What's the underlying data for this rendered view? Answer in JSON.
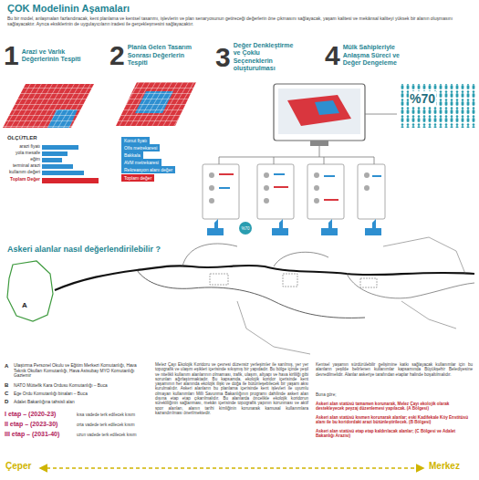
{
  "diagram": {
    "title": "ÇOK Modelinin Aşamaları",
    "nodes": [
      {
        "text": [
          "1",
          "Arazi ve Varlık Değerlerinin Tespiti"
        ]
      },
      {
        "text": [
          "2",
          "Planla Gelen Tasarım Sonrası Değerlerin Tespiti"
        ]
      },
      {
        "text": [
          "3",
          "Değer Denkleştirme ve Çoklu Seçeneklerin oluşturulması"
        ]
      },
      {
        "text": [
          "4",
          "Mülk Sahipleriyle Anlaşma Süreci ve Değer Dengeleme"
        ]
      },
      {
        "text": [
          "Konut fiyatı"
        ]
      },
      {
        "text": [
          "Ofis metrekaresi"
        ]
      },
      {
        "text": [
          "Bakkala"
        ]
      },
      {
        "text": [
          "AVM metrekaresi"
        ]
      },
      {
        "text": [
          "Rekreasyon alanı değer"
        ]
      },
      {
        "text": [
          "Toplam değer"
        ]
      },
      {
        "text": [
          "%70"
        ]
      }
    ],
    "labels": [
      "Bu bir model, anlaşmaları fazlandıracak, kent planlama ve kentsel tasarımı, işlevlerin ve plan senaryosunun getireceği değerlerin öne çıkmasını sağlayacak, yaşam kalitesi ve mekânsal kaliteyi yüksek bir alanın oluşmasını sağlayacaktır. Ayrıca eksiklerinin de uygulayıcıların iradesi ile gerçekleşmesini sağlayacaktır.",
      "ÖLÇÜTLER",
      "arazi fiyatı",
      "yola mesafe",
      "eğim",
      "terminal arazi",
      "kullanım değeri",
      "Toplam Değer",
      "%70",
      "Askeri alanlar nasıl değerlendirilebilir ?",
      "A",
      "A",
      "Ulaştırma Personel Okulu ve Eğitim Merkezi Komutanlığı, Hava Teknik Okulları Komutanlığı, Hava Astsubay MYO Komutanlığı Gaziemir",
      "B",
      "NATO Müttefik Kara Ordusu Komutanlığı – Buca",
      "C",
      "Ege Ordu Komutanlığı binaları – Buca",
      "D",
      "Adalet Bakanlığına tahsisli alan",
      "I etap – (2020-23)",
      "kısa vadede terk edilecek kısım",
      "II etap – (2023-30)",
      "orta vadede terk edilecek kısım",
      "III etap – (2031-40)",
      "uzun vadede terk edilecek kısım",
      "Melez Çayı Ekolojik Koridoru ve çevresi düzensiz yerleşimler ile sarılmış, yer yer topografik ve ulaşım eşikleri içerisinde sıkışmış bir yapıdadır. Bu bölge içinde yeşil ve nitelikli kullanım alanlarının olmaması, trafik, ulaşım, altyapı ve hava kirliliği gibi sorunları ağırlaştırmaktadır. Bu kapsamda, ekolojik koridor içerisinde kent yaşamının her alanında ekolojik ilişki ve doğa ile bütünleşebilecek bir yaşam aksı kurulmalıdır. Askeri alanların bu planlama içerisinde kent işlevleri ile uyumlu olmayan kullanımları Milli Savunma Bakanlığının programı dahilinde askeri alan dışına etap etap çıkarılmalıdır. Bu alanlarda öncelikle ekolojik koridorun sürekliliğinin sağlanması, mekân içerisinde topografik yapının korunması ve aktif spor alanları, alanın tarihi kimliğinin korunarak kamusal kullanımlara kazandırılması önerilmektedir.",
      "Kentsel yaşamın sürdürülebilir gelişimine katkı sağlayacak kullanımlar için bu alanların yeşilde belirlenen kullanımlar kapsamında Büyükşehir Belediyesine devredilmelidir. Alanlar askeriye tarafından etaplar halinde boşaltılmalıdır.",
      "Buna göre;",
      "Askeri alan statüsü tamamen korunarak, Melez Çayı ekolojik olarak destekleyecek peyzaj düzenlemesi yapılacak. (A Bölgesi)",
      "Askeri alan statüsü kısmen korunarak alanlar; eski Kadifekale Köy Enstitüsü alanı ile bu koridordaki arazi bütünleştirilecek. (B Bölgesi)",
      "Askeri alan statüsü etap etap kaldırılacak alanlar; (C Bölgesi ve Adalet Bakanlığı Arazisi)",
      "Çeper",
      "Merkez"
    ]
  }
}
